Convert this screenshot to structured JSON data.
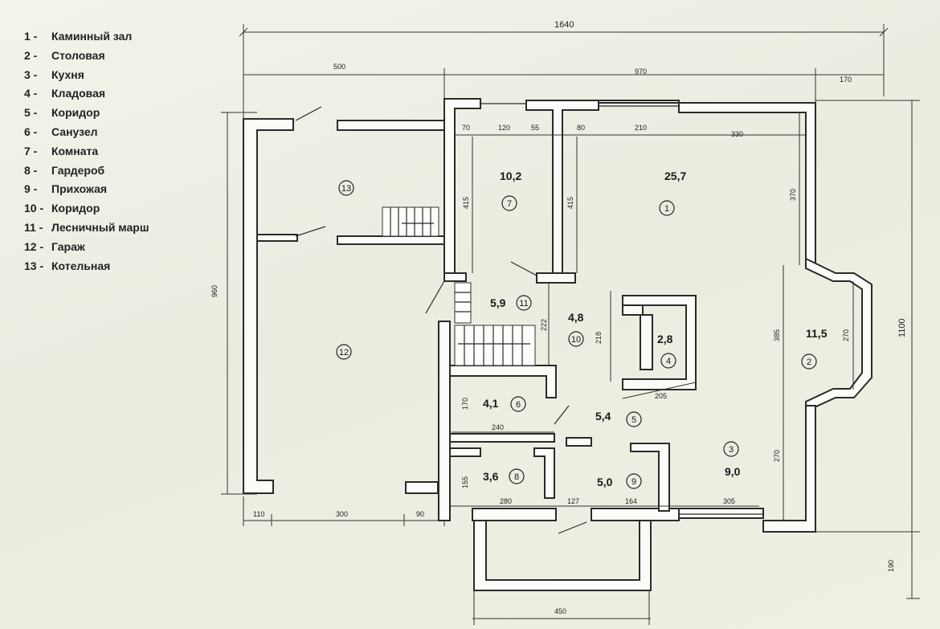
{
  "legend": [
    {
      "num": "1 -",
      "name": "Каминный зал"
    },
    {
      "num": "2 -",
      "name": "Столовая"
    },
    {
      "num": "3 -",
      "name": "Кухня"
    },
    {
      "num": "4 -",
      "name": "Кладовая"
    },
    {
      "num": "5 -",
      "name": "Коридор"
    },
    {
      "num": "6 -",
      "name": "Санузел"
    },
    {
      "num": "7 -",
      "name": "Комната"
    },
    {
      "num": "8 -",
      "name": "Гардероб"
    },
    {
      "num": "9 -",
      "name": "Прихожая"
    },
    {
      "num": "10 -",
      "name": "Коридор"
    },
    {
      "num": "11 -",
      "name": "Лесничный марш"
    },
    {
      "num": "12 -",
      "name": "Гараж"
    },
    {
      "num": "13 -",
      "name": "Котельная"
    }
  ],
  "rooms": [
    {
      "id": "1",
      "area": "25,7"
    },
    {
      "id": "2",
      "area": "11,5"
    },
    {
      "id": "3",
      "area": "9,0"
    },
    {
      "id": "4",
      "area": "2,8"
    },
    {
      "id": "5",
      "area": "5,4"
    },
    {
      "id": "6",
      "area": "4,1"
    },
    {
      "id": "7",
      "area": "10,2"
    },
    {
      "id": "8",
      "area": "3,6"
    },
    {
      "id": "9",
      "area": "5,0"
    },
    {
      "id": "10",
      "area": "4,8"
    },
    {
      "id": "11",
      "area": "5,9"
    },
    {
      "id": "12",
      "area": ""
    },
    {
      "id": "13",
      "area": ""
    }
  ],
  "dimensions": {
    "total_width": "1640",
    "total_height": "1100",
    "top_left": "500",
    "top_mid": "970",
    "top_right": "170",
    "left_height": "960",
    "bay_height": "190",
    "bottom_110": "110",
    "bottom_300": "300",
    "bottom_90": "90",
    "porch_width": "450",
    "d70": "70",
    "d120": "120",
    "d55": "55",
    "d80": "80",
    "d210": "210",
    "d330": "330",
    "d415a": "415",
    "d415b": "415",
    "d370": "370",
    "d385": "385",
    "d270a": "270",
    "d270b": "270",
    "d222": "222",
    "d218": "218",
    "d205": "205",
    "d170": "170",
    "d240": "240",
    "d155": "155",
    "d280": "280",
    "d127": "127",
    "d164": "164",
    "d305": "305"
  }
}
